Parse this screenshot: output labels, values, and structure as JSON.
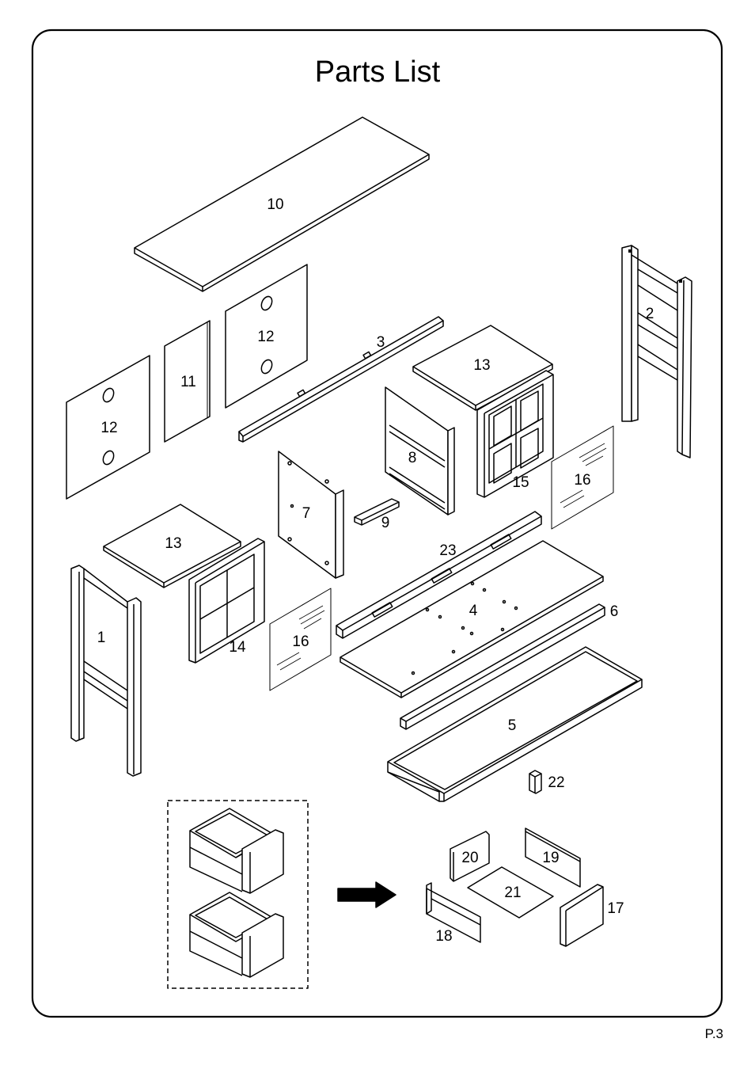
{
  "title": "Parts List",
  "page_number": "P.3",
  "parts": [
    {
      "id": "1"
    },
    {
      "id": "2"
    },
    {
      "id": "3"
    },
    {
      "id": "4"
    },
    {
      "id": "5"
    },
    {
      "id": "6"
    },
    {
      "id": "7"
    },
    {
      "id": "8"
    },
    {
      "id": "9"
    },
    {
      "id": "10"
    },
    {
      "id": "11"
    },
    {
      "id": "12"
    },
    {
      "id": "12"
    },
    {
      "id": "13"
    },
    {
      "id": "13"
    },
    {
      "id": "14"
    },
    {
      "id": "15"
    },
    {
      "id": "16"
    },
    {
      "id": "16"
    },
    {
      "id": "17"
    },
    {
      "id": "18"
    },
    {
      "id": "19"
    },
    {
      "id": "20"
    },
    {
      "id": "21"
    },
    {
      "id": "22"
    },
    {
      "id": "23"
    }
  ]
}
